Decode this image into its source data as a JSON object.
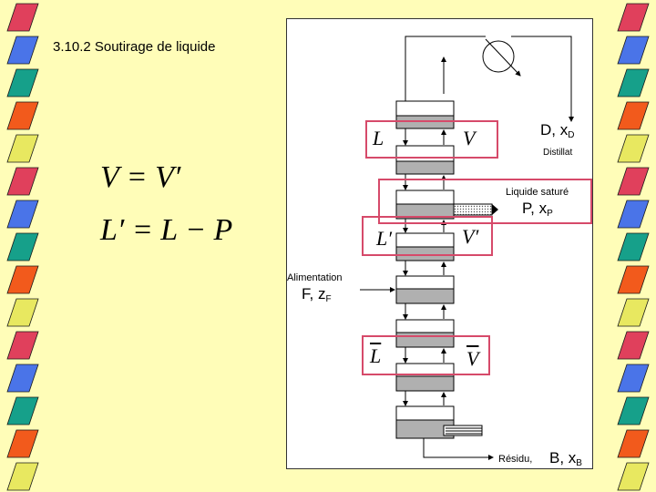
{
  "title": "3.10.2 Soutirage de liquide",
  "equations": {
    "eq1": "V = V′",
    "eq2": "L′ = L − P"
  },
  "diagram": {
    "top_box": {
      "L": "L",
      "V": "V"
    },
    "mid_box": {
      "L": "L′",
      "V": "V′"
    },
    "bottom_box": {
      "L": "L",
      "V": "V"
    },
    "distillate": {
      "main": "D, x",
      "sub": "D",
      "caption": "Distillat"
    },
    "side_draw": {
      "caption": "Liquide saturé",
      "main": "P, x",
      "sub": "P"
    },
    "feed": {
      "caption": "Alimentation",
      "main": "F, z",
      "sub": "F"
    },
    "residue": {
      "caption": "Résidu,",
      "main": "B, x",
      "sub": "B"
    }
  },
  "colors": {
    "background": "#FFFDB8",
    "highlight_box": "#D64A6A",
    "tray_fill": "#B0B0B0",
    "panel": "#FFFFFF",
    "border_palette": [
      "#E0405C",
      "#4A74E8",
      "#16A08A",
      "#F25A1C",
      "#E8E860"
    ]
  }
}
